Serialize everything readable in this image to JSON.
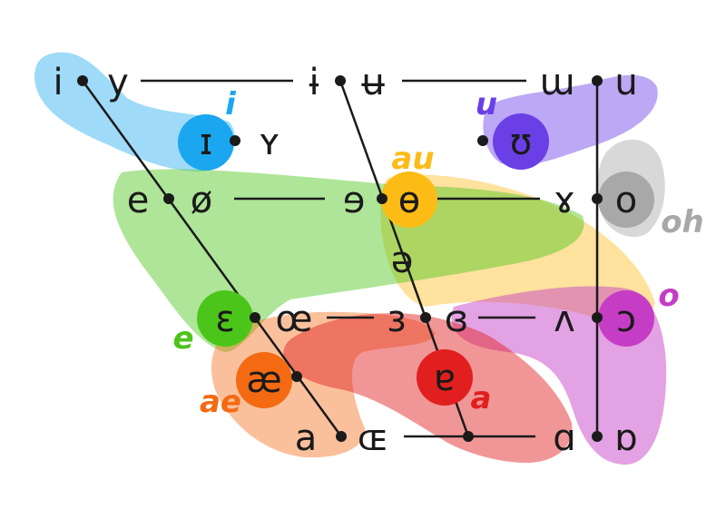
{
  "vowels": {
    "i": "i",
    "y": "y",
    "i_bar": "ɨ",
    "u_bar": "ʉ",
    "turned_m": "ɯ",
    "u": "u",
    "small_cap_i": "ɪ",
    "small_cap_y": "ʏ",
    "upsilon": "ʊ",
    "e": "e",
    "o_slash": "ø",
    "rev_e": "ɘ",
    "o_bar": "ɵ",
    "rams_horn": "ɤ",
    "o": "o",
    "schwa": "ə",
    "epsilon": "ɛ",
    "oe": "œ",
    "rev_epsilon": "ɜ",
    "closed_rev_epsilon": "ɞ",
    "turned_v": "ʌ",
    "open_o": "ɔ",
    "ash": "æ",
    "turned_a": "ɐ",
    "a": "a",
    "cap_oe": "ɶ",
    "script_a": "ɑ",
    "turned_script_a": "ɒ"
  },
  "phonemes": {
    "i": "i",
    "u": "u",
    "au": "au",
    "oh": "oh",
    "e": "e",
    "o": "o",
    "ae": "ae",
    "a": "a"
  },
  "colors": {
    "i": "#1aa7ef",
    "u": "#6b3fe6",
    "au": "#fdbb16",
    "oh": "#a8a8a8",
    "e": "#4cc51a",
    "o": "#c53dc5",
    "ae": "#f46a12",
    "a": "#e11f1f"
  }
}
